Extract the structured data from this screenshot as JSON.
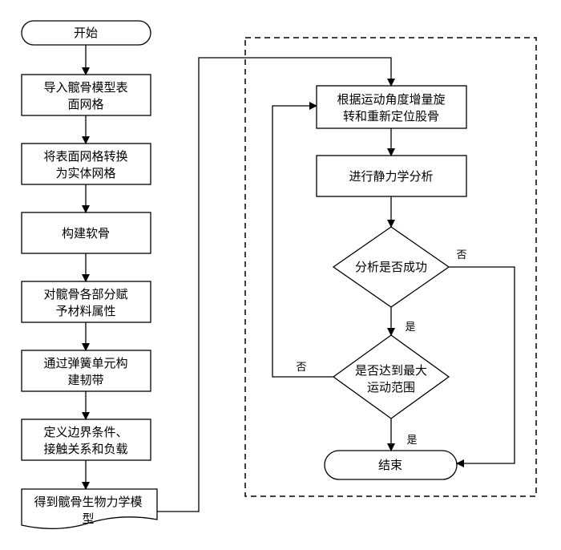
{
  "nodes": {
    "start": "开始",
    "import_mesh": [
      "导入髋骨模型表",
      "面网格"
    ],
    "convert_mesh": [
      "将表面网格转换",
      "为实体网格"
    ],
    "build_cartilage": "构建软骨",
    "assign_material": [
      "对髋骨各部分赋",
      "予材料属性"
    ],
    "build_ligament": [
      "通过弹簧单元构",
      "建韧带"
    ],
    "define_conditions": [
      "定义边界条件、",
      "接触关系和负载"
    ],
    "biomech_model": [
      "得到髋骨生物力学模",
      "型"
    ],
    "rotate_femur": [
      "根据运动角度增量旋",
      "转和重新定位股骨"
    ],
    "static_analysis": "进行静力学分析",
    "analysis_success": "分析是否成功",
    "max_range": [
      "是否达到最大",
      "运动范围"
    ],
    "end": "结束"
  },
  "edge_labels": {
    "success_no": "否",
    "success_yes": "是",
    "range_no": "否",
    "range_yes": "是"
  },
  "colors": {
    "stroke": "#000000",
    "fill": "#ffffff",
    "text": "#000000"
  }
}
